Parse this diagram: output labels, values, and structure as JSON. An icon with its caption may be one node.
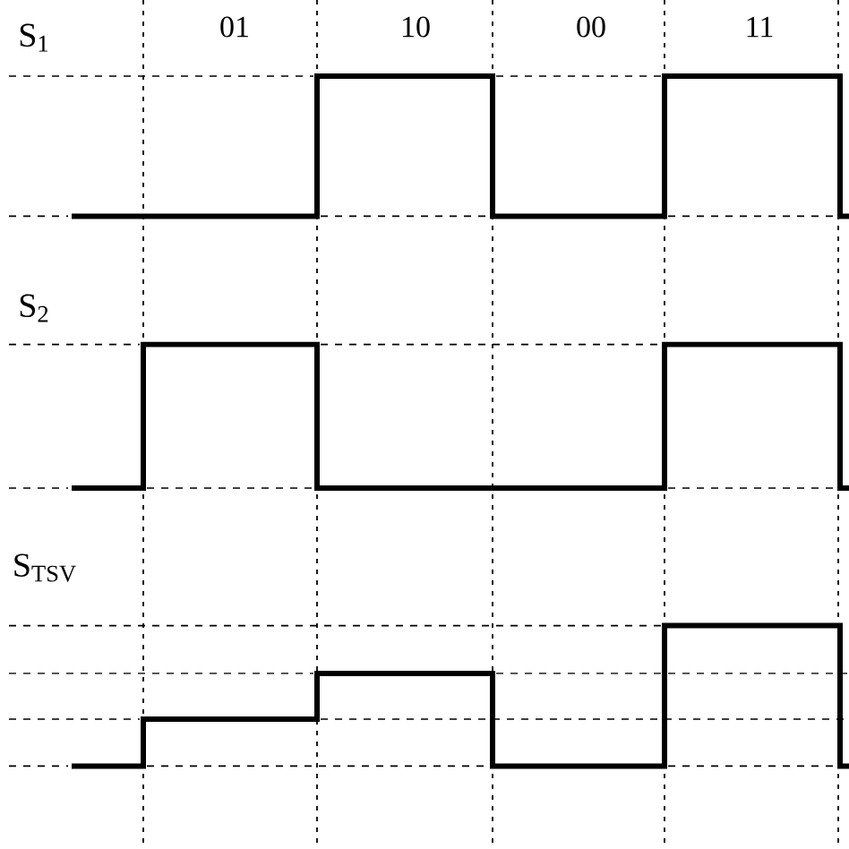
{
  "diagram": {
    "labels": [
      "S$_{1}$",
      "01",
      "10",
      "00",
      "11",
      "S$_{2}$",
      "S$_{TSV}$"
    ]
  }
}
